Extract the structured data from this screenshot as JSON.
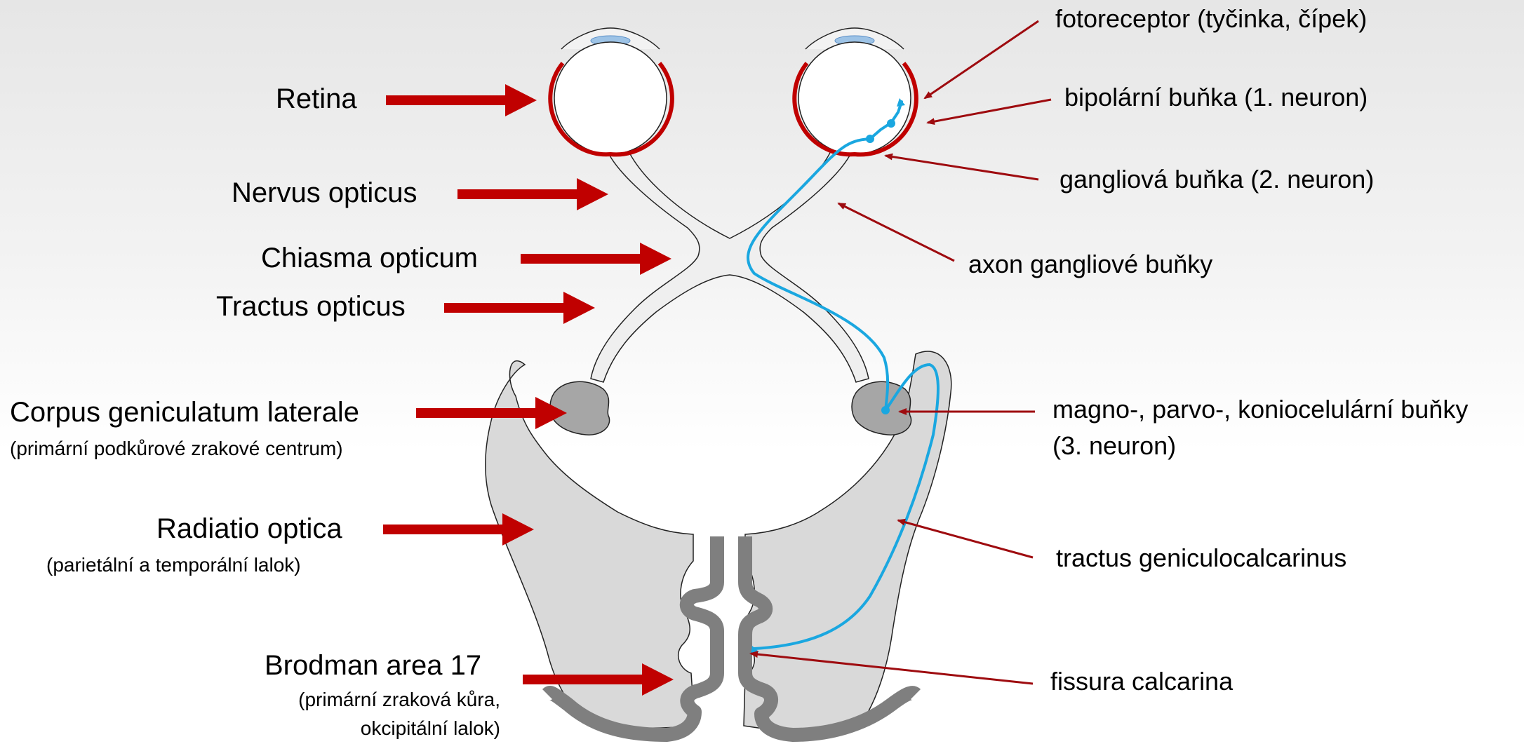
{
  "left_labels": {
    "retina": "Retina",
    "nervus_opticus": "Nervus opticus",
    "chiasma_opticum": "Chiasma opticum",
    "tractus_opticus": "Tractus opticus",
    "corpus_geniculatum": "Corpus geniculatum laterale",
    "corpus_geniculatum_sub": "(primární podkůrové zrakové centrum)",
    "radiatio_optica": "Radiatio optica",
    "radiatio_optica_sub": "(parietální a temporální lalok)",
    "brodman": "Brodman area 17",
    "brodman_sub1": "(primární zraková kůra,",
    "brodman_sub2": "okcipitální lalok)"
  },
  "right_labels": {
    "fotoreceptor": "fotoreceptor (tyčinka, čípek)",
    "bipolarni": "bipolární buňka (1. neuron)",
    "gangliova": "gangliová buňka (2. neuron)",
    "axon": "axon gangliové buňky",
    "magno_1": "magno-, parvo-, koniocelulární buňky",
    "magno_2": "(3. neuron)",
    "tractus_gc": "tractus geniculocalcarinus",
    "fissura": "fissura calcarina"
  },
  "colors": {
    "arrow_red": "#c00000",
    "thin_arrow": "#9e0b0f",
    "pathway_blue": "#1aa7e0",
    "brain_fill": "#d9d9d9",
    "cortex_gray": "#7f7f7f",
    "lgn_gray": "#a6a6a6",
    "lens_blue": "#9dc3e6"
  }
}
